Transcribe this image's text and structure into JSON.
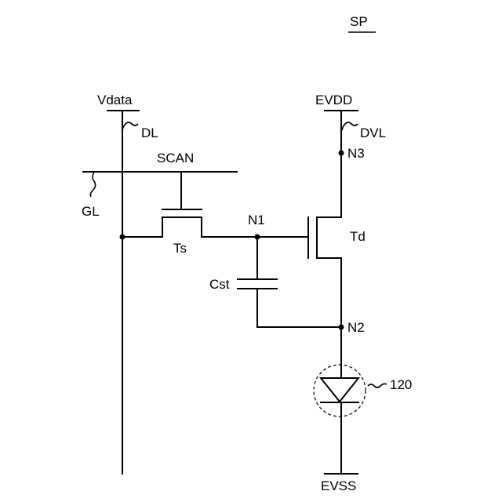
{
  "labels": {
    "sp": "SP",
    "vdata": "Vdata",
    "dl": "DL",
    "evdd": "EVDD",
    "dvl": "DVL",
    "n3": "N3",
    "scan": "SCAN",
    "gl": "GL",
    "n1": "N1",
    "td": "Td",
    "ts": "Ts",
    "cst": "Cst",
    "n2": "N2",
    "led": "120",
    "evss": "EVSS"
  }
}
